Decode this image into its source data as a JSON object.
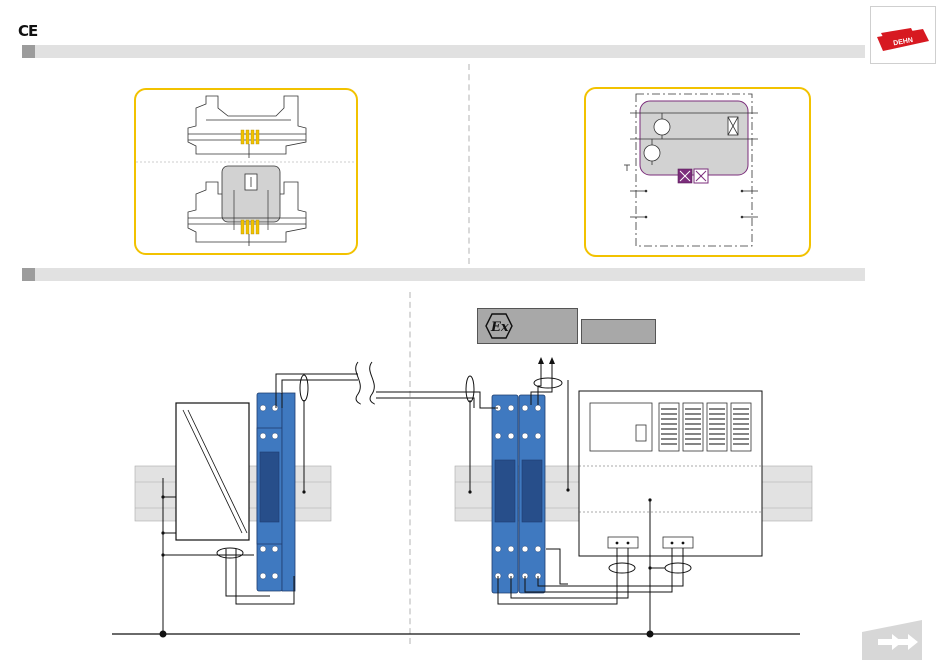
{
  "header": {
    "ce_mark": "CE",
    "logo_text": "DEHN"
  },
  "colors": {
    "frame_accent": "#f2c200",
    "module_blue": "#3f79c0",
    "module_dark_blue": "#274e8a",
    "logo_red": "#d71921",
    "indicator_purple": "#7b2d7b",
    "section_bar": "#e1e1e1"
  },
  "icons": {
    "ce": "ce-mark-icon",
    "logo": "dehn-logo-icon",
    "ex": "explosion-protection-icon",
    "next": "next-page-arrow-icon"
  },
  "application": {
    "ex_zone_symbol": "Ex"
  }
}
